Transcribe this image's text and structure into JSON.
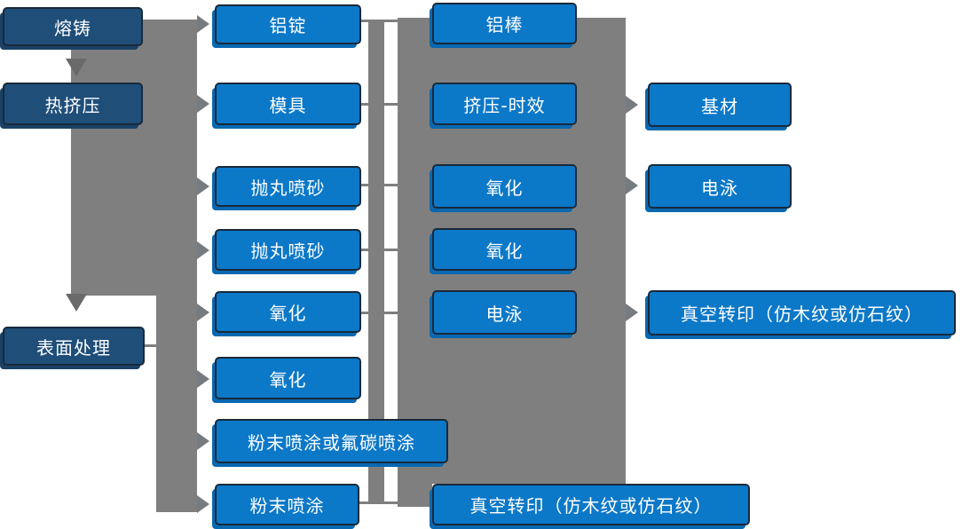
{
  "diagram": {
    "type": "flowchart",
    "language": "zh-CN",
    "colors": {
      "dark_node": "#1F4E79",
      "light_node": "#0C78C8",
      "connector_gray": "#7F7F7F",
      "text": "#FFFFFF",
      "background": "#FFFFFF"
    },
    "nodes": [
      {
        "id": "melting-casting",
        "label": "熔铸",
        "variant": "dark"
      },
      {
        "id": "hot-extrusion",
        "label": "热挤压",
        "variant": "dark"
      },
      {
        "id": "surface-treatment",
        "label": "表面处理",
        "variant": "dark"
      },
      {
        "id": "aluminum-ingot",
        "label": "铝锭",
        "variant": "light"
      },
      {
        "id": "mold",
        "label": "模具",
        "variant": "light"
      },
      {
        "id": "shot-blasting-1",
        "label": "抛丸喷砂",
        "variant": "light"
      },
      {
        "id": "shot-blasting-2",
        "label": "抛丸喷砂",
        "variant": "light"
      },
      {
        "id": "oxidation-1",
        "label": "氧化",
        "variant": "light"
      },
      {
        "id": "oxidation-2",
        "label": "氧化",
        "variant": "light"
      },
      {
        "id": "powder-or-fluorocarbon-coating",
        "label": "粉末喷涂或氟碳喷涂",
        "variant": "light"
      },
      {
        "id": "powder-coating",
        "label": "粉末喷涂",
        "variant": "light"
      },
      {
        "id": "aluminum-rod",
        "label": "铝棒",
        "variant": "light"
      },
      {
        "id": "extrusion-aging",
        "label": "挤压-时效",
        "variant": "light"
      },
      {
        "id": "oxidation-3",
        "label": "氧化",
        "variant": "light"
      },
      {
        "id": "oxidation-4",
        "label": "氧化",
        "variant": "light"
      },
      {
        "id": "electrophoresis-1",
        "label": "电泳",
        "variant": "light"
      },
      {
        "id": "vacuum-transfer-bottom",
        "label": "真空转印（仿木纹或仿石纹）",
        "variant": "light"
      },
      {
        "id": "substrate",
        "label": "基材",
        "variant": "light"
      },
      {
        "id": "electrophoresis-2",
        "label": "电泳",
        "variant": "light"
      },
      {
        "id": "vacuum-transfer-right",
        "label": "真空转印（仿木纹或仿石纹）",
        "variant": "light"
      }
    ],
    "edges": [
      {
        "from": "melting-casting",
        "to": "hot-extrusion",
        "style": "thick-arrow-down"
      },
      {
        "from": "hot-extrusion",
        "to": "surface-treatment",
        "style": "thick-arrow-down"
      },
      {
        "from": "left-bus",
        "to": "aluminum-ingot",
        "style": "arrow-right"
      },
      {
        "from": "left-bus",
        "to": "mold",
        "style": "arrow-right"
      },
      {
        "from": "left-bus",
        "to": "shot-blasting-1",
        "style": "arrow-right"
      },
      {
        "from": "left-bus",
        "to": "shot-blasting-2",
        "style": "arrow-right"
      },
      {
        "from": "left-bus",
        "to": "oxidation-1",
        "style": "arrow-right"
      },
      {
        "from": "left-bus",
        "to": "oxidation-2",
        "style": "arrow-right"
      },
      {
        "from": "left-bus",
        "to": "powder-or-fluorocarbon-coating",
        "style": "arrow-right"
      },
      {
        "from": "left-bus",
        "to": "powder-coating",
        "style": "arrow-right"
      },
      {
        "from": "aluminum-ingot",
        "to": "aluminum-rod",
        "style": "thin-line"
      },
      {
        "from": "mold",
        "to": "extrusion-aging",
        "style": "thin-line"
      },
      {
        "from": "shot-blasting-1",
        "to": "oxidation-3",
        "style": "thin-line"
      },
      {
        "from": "shot-blasting-2",
        "to": "oxidation-4",
        "style": "thin-line"
      },
      {
        "from": "oxidation-1",
        "to": "electrophoresis-1",
        "style": "thin-line"
      },
      {
        "from": "powder-coating",
        "to": "vacuum-transfer-bottom",
        "style": "thin-line"
      },
      {
        "from": "center-bus",
        "to": "substrate",
        "style": "arrow-right"
      },
      {
        "from": "center-bus",
        "to": "electrophoresis-2",
        "style": "arrow-right"
      },
      {
        "from": "center-bus",
        "to": "vacuum-transfer-right",
        "style": "arrow-right"
      }
    ]
  }
}
